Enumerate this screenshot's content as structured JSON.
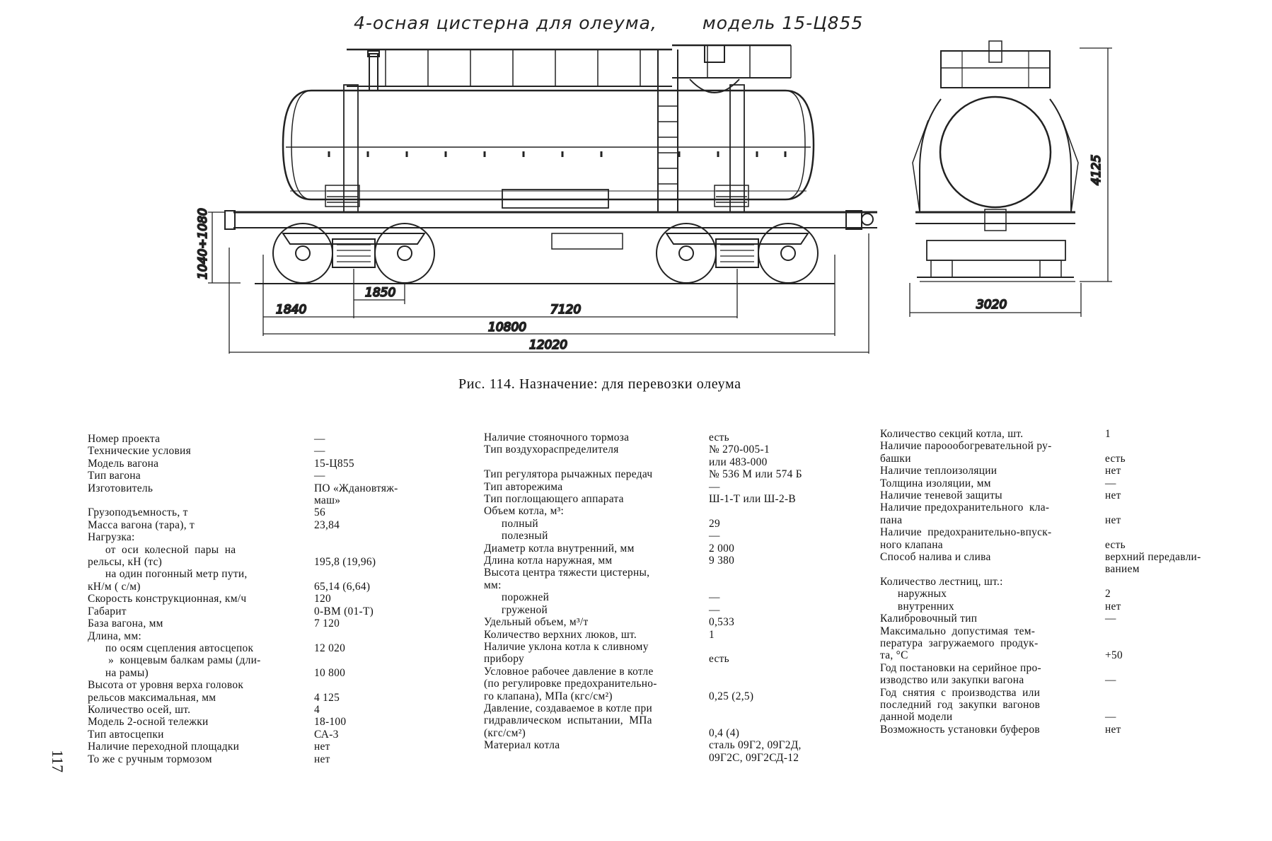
{
  "drawing": {
    "title": "4-осная цистерна для олеума,",
    "model": "модель  15-Ц855",
    "dims": {
      "d1": "1840",
      "d2": "1850",
      "d3": "7120",
      "d4": "10800",
      "d5": "12020",
      "h1": "1040÷1080",
      "h2": "4125",
      "w1": "3020"
    }
  },
  "caption": "Рис. 114. Назначение: для перевозки олеума",
  "page_number": "117",
  "col1": [
    {
      "label": "Номер проекта",
      "value": "—"
    },
    {
      "label": "Технические условия",
      "value": "—"
    },
    {
      "label": "Модель вагона",
      "value": "15-Ц855"
    },
    {
      "label": "Тип вагона",
      "value": "—"
    },
    {
      "label": "Изготовитель",
      "value": "ПО «Ждановтяж-"
    },
    {
      "label": "",
      "value": "маш»"
    },
    {
      "label": "Грузоподъемность, т",
      "value": "56"
    },
    {
      "label": "Масса вагона (тара), т",
      "value": "23,84"
    },
    {
      "label": "Нагрузка:",
      "value": ""
    },
    {
      "label": "      от  оси  колесной  пары  на",
      "value": ""
    },
    {
      "label": "рельсы, кН (тс)",
      "value": "195,8 (19,96)"
    },
    {
      "label": "      на один погонный метр пути,",
      "value": ""
    },
    {
      "label": "кН/м ( с/м)",
      "value": "65,14 (6,64)"
    },
    {
      "label": "Скорость конструкционная, км/ч",
      "value": "120"
    },
    {
      "label": "Габарит",
      "value": "0-ВМ (01-Т)"
    },
    {
      "label": "База вагона, мм",
      "value": "7 120"
    },
    {
      "label": "Длина, мм:",
      "value": ""
    },
    {
      "label": "      по осям сцепления автосцепок",
      "value": "12 020"
    },
    {
      "label": "       »  концевым балкам рамы (дли-",
      "value": ""
    },
    {
      "label": "      на рамы)",
      "value": "10 800"
    },
    {
      "label": "Высота от уровня верха головок",
      "value": ""
    },
    {
      "label": "рельсов максимальная, мм",
      "value": "4 125"
    },
    {
      "label": "Количество осей, шт.",
      "value": "4"
    },
    {
      "label": "Модель 2-осной тележки",
      "value": "18-100"
    },
    {
      "label": "Тип автосцепки",
      "value": "СА-3"
    },
    {
      "label": "Наличие переходной площадки",
      "value": "нет"
    },
    {
      "label": "То же с ручным тормозом",
      "value": "нет"
    }
  ],
  "col2": [
    {
      "label": "Наличие стояночного тормоза",
      "value": "есть"
    },
    {
      "label": "Тип воздухораспределителя",
      "value": "№ 270-005-1"
    },
    {
      "label": "",
      "value": "или 483-000"
    },
    {
      "label": "Тип регулятора рычажных передач",
      "value": "№ 536 М или 574 Б"
    },
    {
      "label": "Тип авторежима",
      "value": "—"
    },
    {
      "label": "Тип поглощающего аппарата",
      "value": "Ш-1-Т или Ш-2-В"
    },
    {
      "label": "Объем котла, м³:",
      "value": ""
    },
    {
      "label": "      полный",
      "value": "29"
    },
    {
      "label": "      полезный",
      "value": "—"
    },
    {
      "label": "Диаметр котла внутренний, мм",
      "value": "2 000"
    },
    {
      "label": "Длина котла наружная, мм",
      "value": "9 380"
    },
    {
      "label": "Высота центра тяжести цистерны,",
      "value": ""
    },
    {
      "label": "мм:",
      "value": ""
    },
    {
      "label": "      порожней",
      "value": "—"
    },
    {
      "label": "      груженой",
      "value": "—"
    },
    {
      "label": "Удельный объем, м³/т",
      "value": "0,533"
    },
    {
      "label": "Количество верхних люков, шт.",
      "value": "1"
    },
    {
      "label": "Наличие уклона котла к сливному",
      "value": ""
    },
    {
      "label": "прибору",
      "value": "есть"
    },
    {
      "label": "Условное рабочее давление в котле",
      "value": ""
    },
    {
      "label": "(по регулировке предохранительно-",
      "value": ""
    },
    {
      "label": "го клапана), МПа (кгс/см²)",
      "value": "0,25 (2,5)"
    },
    {
      "label": "Давление, создаваемое в котле при",
      "value": ""
    },
    {
      "label": "гидравлическом  испытании,  МПа",
      "value": ""
    },
    {
      "label": "(кгс/см²)",
      "value": "0,4 (4)"
    },
    {
      "label": "Материал котла",
      "value": "сталь  09Г2,  09Г2Д,"
    },
    {
      "label": "",
      "value": "09Г2С, 09Г2СД-12"
    }
  ],
  "col3": [
    {
      "label": "Количество секций котла, шт.",
      "value": "1"
    },
    {
      "label": "Наличие пароообогревательной ру-",
      "value": ""
    },
    {
      "label": "башки",
      "value": "есть"
    },
    {
      "label": "Наличие теплоизоляции",
      "value": "нет"
    },
    {
      "label": "Толщина изоляции, мм",
      "value": "—"
    },
    {
      "label": "Наличие теневой защиты",
      "value": "нет"
    },
    {
      "label": "Наличие предохранительного  кла-",
      "value": ""
    },
    {
      "label": "пана",
      "value": "нет"
    },
    {
      "label": "Наличие  предохранительно-впуск-",
      "value": ""
    },
    {
      "label": "ного клапана",
      "value": "есть"
    },
    {
      "label": "Способ налива и слива",
      "value": "верхний  передавли-"
    },
    {
      "label": "",
      "value": "ванием"
    },
    {
      "label": "Количество лестниц, шт.:",
      "value": ""
    },
    {
      "label": "      наружных",
      "value": "2"
    },
    {
      "label": "      внутренних",
      "value": "нет"
    },
    {
      "label": "Калибровочный тип",
      "value": "—"
    },
    {
      "label": "Максимально  допустимая  тем-",
      "value": ""
    },
    {
      "label": "пература  загружаемого  продук-",
      "value": ""
    },
    {
      "label": "та, °С",
      "value": "+50"
    },
    {
      "label": "Год постановки на серийное про-",
      "value": ""
    },
    {
      "label": "изводство или закупки вагона",
      "value": "—"
    },
    {
      "label": "Год  снятия  с  производства  или",
      "value": ""
    },
    {
      "label": "последний  год  закупки  вагонов",
      "value": ""
    },
    {
      "label": "данной модели",
      "value": "—"
    },
    {
      "label": "Возможность установки буферов",
      "value": "нет"
    }
  ]
}
